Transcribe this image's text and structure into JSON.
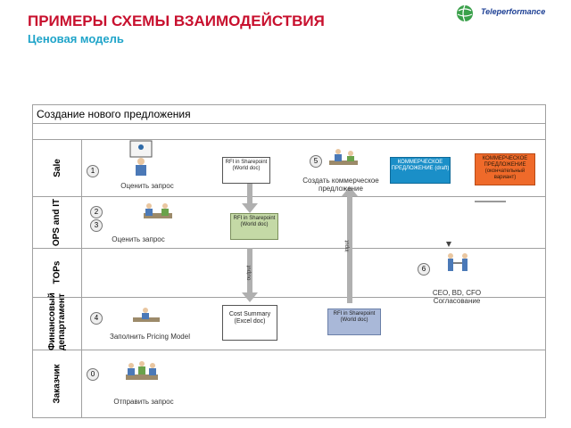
{
  "header": {
    "title": "ПРИМЕРЫ СХЕМЫ ВЗАИМОДЕЙСТВИЯ",
    "subtitle": "Ценовая модель",
    "logo_text": "Teleperformance"
  },
  "diagram": {
    "title": "Создание нового предложения",
    "lanes": [
      {
        "label": "Sale"
      },
      {
        "label": "OPS and IT"
      },
      {
        "label": "TOPs"
      },
      {
        "label": "Финансовый департамент"
      },
      {
        "label": "Заказчик"
      }
    ],
    "steps": [
      {
        "num": "1",
        "caption": "Оценить запрос"
      },
      {
        "num": "2",
        "caption": ""
      },
      {
        "num": "3",
        "caption": "Оценить запрос"
      },
      {
        "num": "4",
        "caption": "Заполнить Pricing Model"
      },
      {
        "num": "5",
        "caption": "Создать коммерческое предложение"
      },
      {
        "num": "6",
        "caption": "CEO, BD, CFO Согласование"
      },
      {
        "num": "0",
        "caption": "Отправить запрос"
      }
    ],
    "docs": {
      "rfi_sharepoint_top": "RFI in Sharepoint (World doc)",
      "rfi_sharepoint_ops": "RFI in Sharepoint (World doc)",
      "cost_summary": "Cost Summary (Excel doc)",
      "rfi_sharepoint_fin": "RFI in Sharepoint (World doc)"
    },
    "offers": {
      "draft": "КОММЕРЧЕСКОЕ ПРЕДЛОЖЕНИЕ (draft)",
      "final": "КОММЕРЧЕСКОЕ ПРЕДЛОЖЕНИЕ (окончательный вариант)"
    },
    "flow_labels": {
      "a": "input",
      "b": "output",
      "c": "input"
    }
  },
  "colors": {
    "title": "#c8102e",
    "subtitle": "#1fa4c9",
    "doc_green": "#c4d9a6",
    "doc_blue": "#a9b8d8",
    "offer_blue": "#1a8fc8",
    "offer_orange": "#ef6a2a",
    "arrow": "#b0b0b0"
  }
}
